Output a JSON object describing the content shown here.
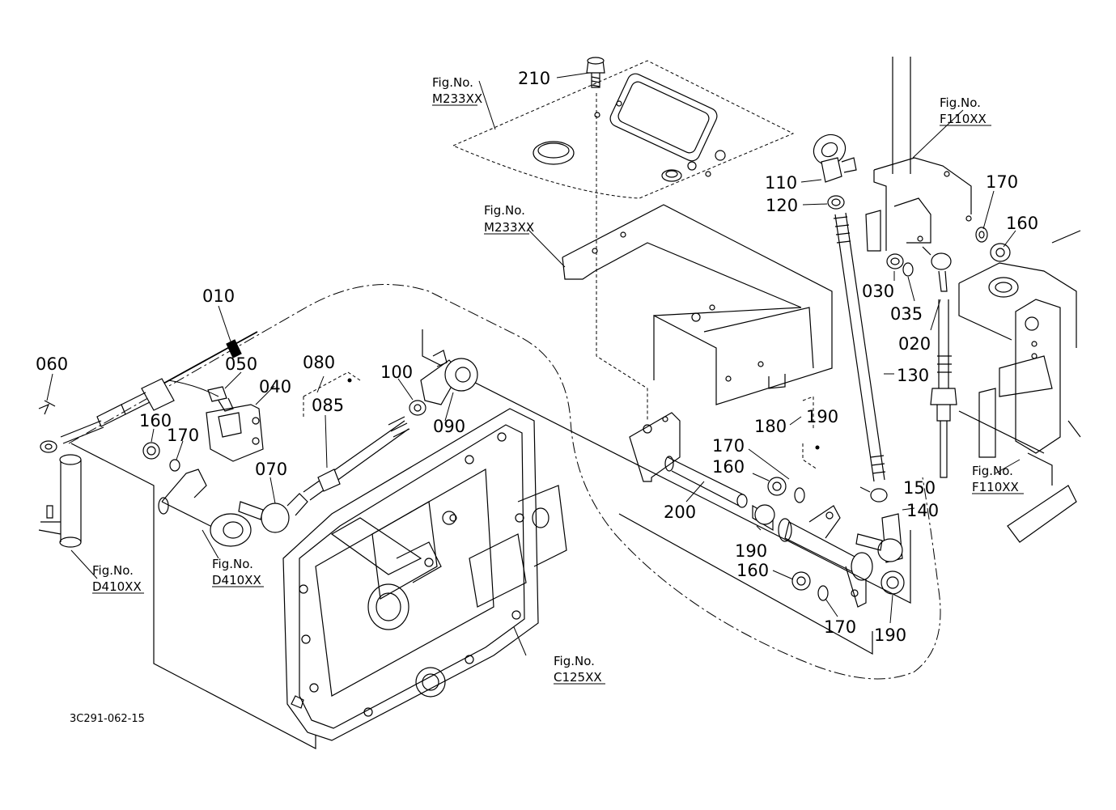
{
  "drawing_number": "3C291-062-15",
  "fig_refs": [
    {
      "label": "Fig.No.",
      "code": "M233XX"
    },
    {
      "label": "Fig.No.",
      "code": "M233XX"
    },
    {
      "label": "Fig.No.",
      "code": "F110XX"
    },
    {
      "label": "Fig.No.",
      "code": "F110XX"
    },
    {
      "label": "Fig.No.",
      "code": "D410XX"
    },
    {
      "label": "Fig.No.",
      "code": "D410XX"
    },
    {
      "label": "Fig.No.",
      "code": "C125XX"
    }
  ],
  "part_numbers": [
    "210",
    "110",
    "120",
    "170",
    "160",
    "030",
    "035",
    "020",
    "010",
    "060",
    "050",
    "040",
    "080",
    "085",
    "100",
    "090",
    "160",
    "170",
    "070",
    "130",
    "180",
    "190",
    "170",
    "160",
    "200",
    "150",
    "140",
    "190",
    "160",
    "170",
    "190"
  ]
}
